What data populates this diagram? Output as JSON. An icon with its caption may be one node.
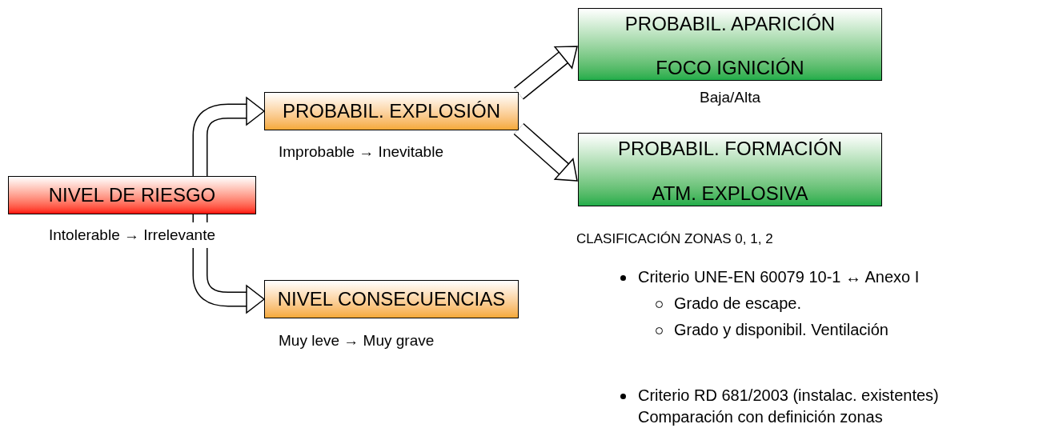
{
  "diagram": {
    "nodes": [
      {
        "text": [
          "NIVEL DE RIESGO"
        ],
        "beside": [
          "Intolerable → Irrelevante"
        ]
      },
      {
        "text": [
          "PROBABIL. EXPLOSIÓN"
        ],
        "beside": [
          "Improbable → Inevitable"
        ]
      },
      {
        "text": [
          "NIVEL CONSECUENCIAS"
        ],
        "beside": [
          "Muy leve → Muy grave"
        ]
      },
      {
        "text": [
          "PROBABIL. APARICIÓN",
          "FOCO IGNICIÓN"
        ],
        "beside": [
          "Baja/Alta"
        ]
      },
      {
        "text": [
          "PROBABIL. FORMACIÓN",
          "ATM. EXPLOSIVA"
        ]
      }
    ],
    "edges": [
      {
        "from": 0,
        "to": 1,
        "arrow": "to"
      },
      {
        "from": 0,
        "to": 2,
        "arrow": "to"
      },
      {
        "from": 1,
        "to": 3,
        "arrow": "to"
      },
      {
        "from": 1,
        "to": 4,
        "arrow": "to"
      }
    ],
    "labels": [
      "CLASIFICACIÓN ZONAS 0, 1, 2",
      "Criterio UNE-EN 60079 10-1 ↔ Anexo I",
      "Grado de escape.",
      "Grado y disponibil. Ventilación",
      "Criterio RD 681/2003 (instalac. existentes) Comparación con definición zonas"
    ]
  }
}
